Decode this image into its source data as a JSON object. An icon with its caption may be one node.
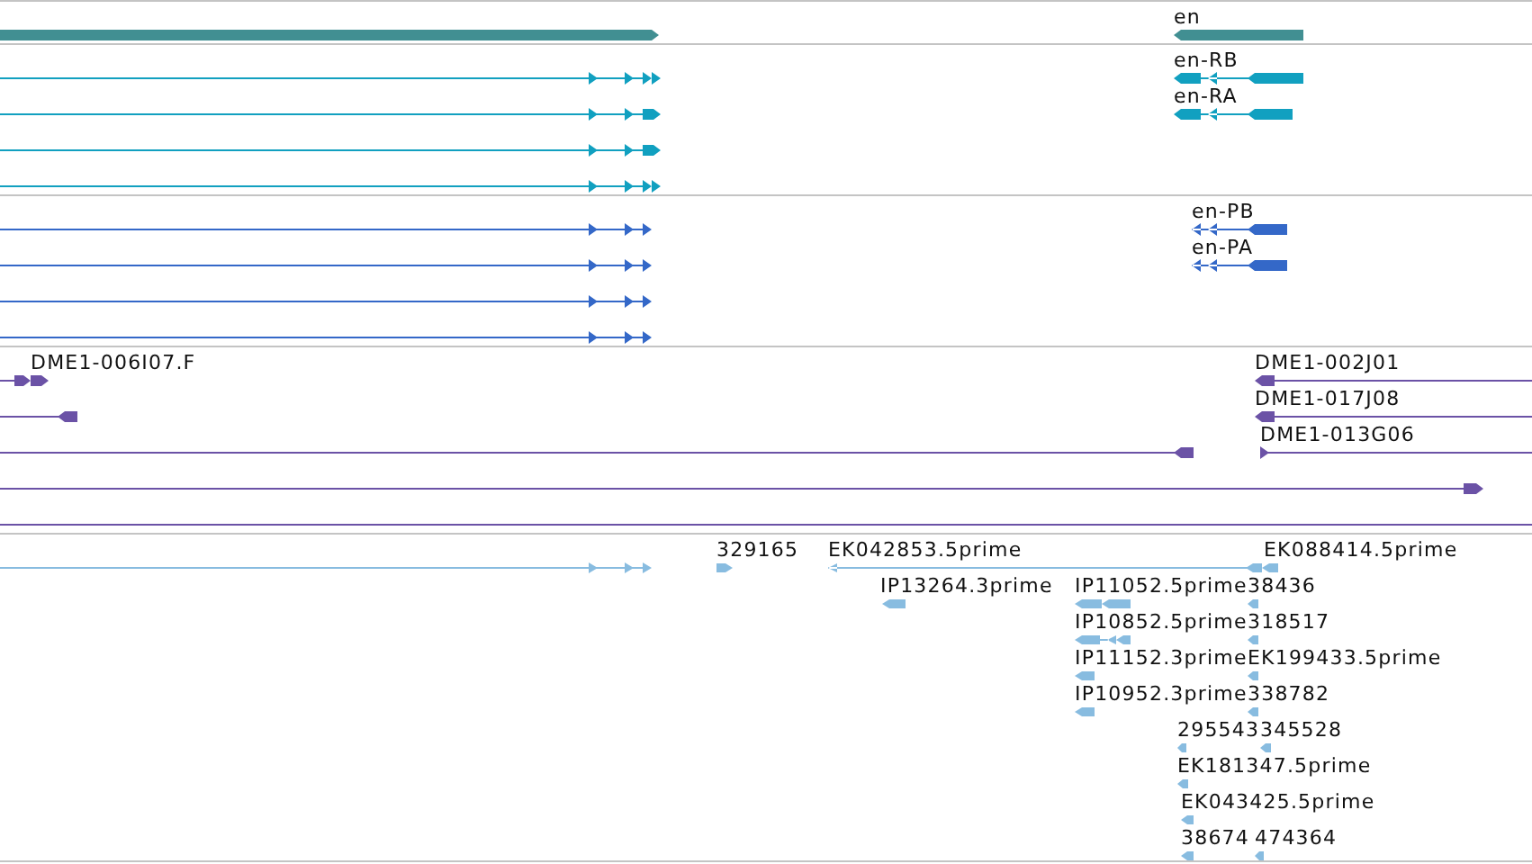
{
  "diagram": {
    "labels": [
      "en",
      "en-RB",
      "en-RA",
      "en-PB",
      "en-PA",
      "DME1-006I07.F",
      "DME1-002J01",
      "DME1-017J08",
      "DME1-013G06",
      "329165",
      "EK042853.5prime",
      "EK088414.5prime",
      "IP13264.3prime",
      "IP11052.5prime",
      "38436",
      "IP10852.5prime",
      "318517",
      "IP11152.3prime",
      "EK199433.5prime",
      "IP10952.3prime",
      "338782",
      "295543",
      "345528",
      "EK181347.5prime",
      "EK043425.5prime",
      "38674",
      "474364"
    ]
  }
}
